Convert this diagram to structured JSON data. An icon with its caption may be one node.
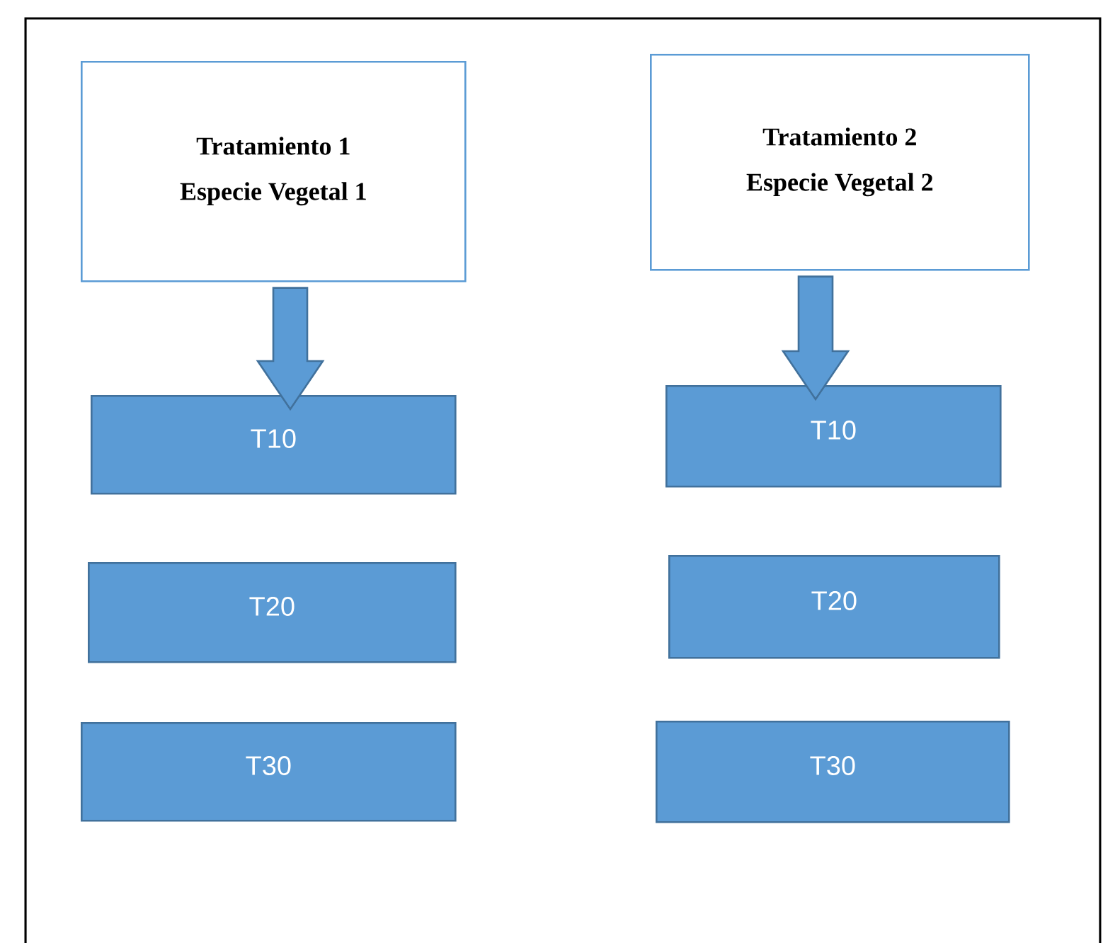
{
  "diagram": {
    "nodes": [
      {
        "text": [
          "Tratamiento 1",
          "Especie Vegetal 1"
        ]
      },
      {
        "text": [
          "T10"
        ]
      },
      {
        "text": [
          "T20"
        ]
      },
      {
        "text": [
          "T30"
        ]
      },
      {
        "text": [
          "Tratamiento 2",
          "Especie Vegetal 2"
        ]
      },
      {
        "text": [
          "T10"
        ]
      },
      {
        "text": [
          "T20"
        ]
      },
      {
        "text": [
          "T30"
        ]
      }
    ],
    "edges": [
      {
        "from": 0,
        "to": 1,
        "arrow": "to"
      },
      {
        "from": 4,
        "to": 5,
        "arrow": "to"
      }
    ]
  }
}
